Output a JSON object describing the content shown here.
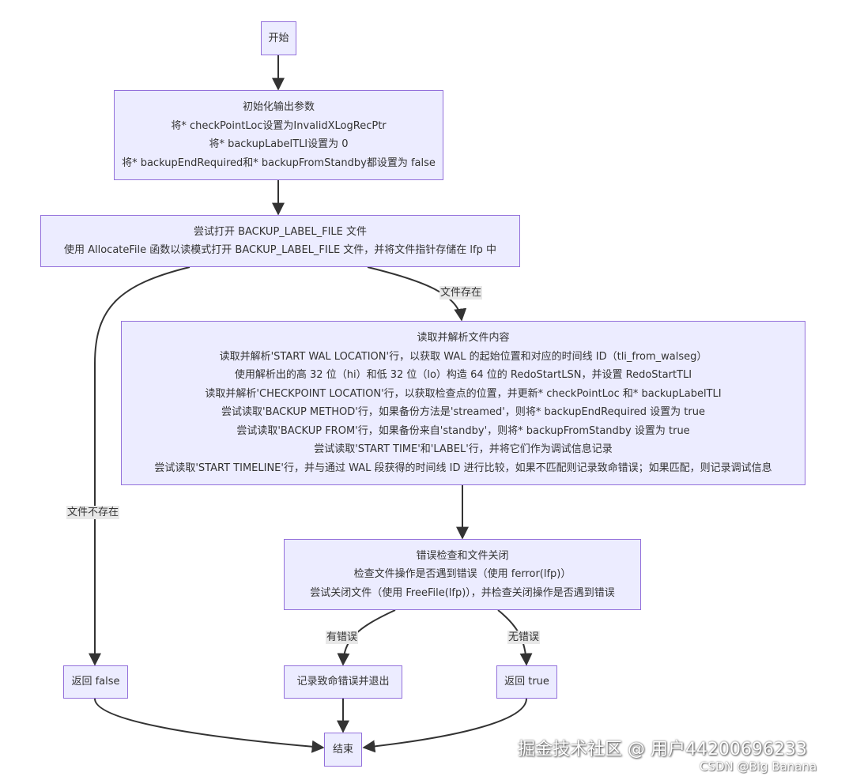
{
  "diagram": {
    "nodes": {
      "start": {
        "lines": [
          "开始"
        ]
      },
      "init": {
        "lines": [
          "初始化输出参数",
          "将* checkPointLoc设置为InvalidXLogRecPtr",
          "将* backupLabelTLI设置为 0",
          "将* backupEndRequired和* backupFromStandby都设置为 false"
        ]
      },
      "open": {
        "lines": [
          "尝试打开 BACKUP_LABEL_FILE 文件",
          "使用 AllocateFile 函数以读模式打开 BACKUP_LABEL_FILE 文件，并将文件指针存储在 lfp 中"
        ]
      },
      "parse": {
        "lines": [
          "读取并解析文件内容",
          "读取并解析'START WAL LOCATION'行，以获取 WAL 的起始位置和对应的时间线 ID（tli_from_walseg）",
          "使用解析出的高 32 位（hi）和低 32 位（lo）构造 64 位的 RedoStartLSN，并设置 RedoStartTLI",
          "读取并解析'CHECKPOINT LOCATION'行，以获取检查点的位置，并更新* checkPointLoc 和* backupLabelTLI",
          "尝试读取'BACKUP METHOD'行，如果备份方法是'streamed'，则将* backupEndRequired 设置为 true",
          "尝试读取'BACKUP FROM'行，如果备份来自'standby'，则将* backupFromStandby 设置为 true",
          "尝试读取'START TIME'和'LABEL'行，并将它们作为调试信息记录",
          "尝试读取'START TIMELINE'行，并与通过 WAL 段获得的时间线 ID 进行比较，如果不匹配则记录致命错误；如果匹配，则记录调试信息"
        ]
      },
      "check": {
        "lines": [
          "错误检查和文件关闭",
          "检查文件操作是否遇到错误（使用 ferror(lfp)）",
          "尝试关闭文件（使用 FreeFile(lfp)），并检查关闭操作是否遇到错误"
        ]
      },
      "ret_false": {
        "lines": [
          "返回 false"
        ]
      },
      "log_fatal": {
        "lines": [
          "记录致命错误并退出"
        ]
      },
      "ret_true": {
        "lines": [
          "返回 true"
        ]
      },
      "end": {
        "lines": [
          "结束"
        ]
      }
    },
    "edges": [
      {
        "from": "start",
        "to": "init",
        "label": ""
      },
      {
        "from": "init",
        "to": "open",
        "label": ""
      },
      {
        "from": "open",
        "to": "parse",
        "label": "文件存在"
      },
      {
        "from": "open",
        "to": "ret_false",
        "label": "文件不存在"
      },
      {
        "from": "parse",
        "to": "check",
        "label": ""
      },
      {
        "from": "check",
        "to": "log_fatal",
        "label": "有错误"
      },
      {
        "from": "check",
        "to": "ret_true",
        "label": "无错误"
      },
      {
        "from": "ret_false",
        "to": "end",
        "label": ""
      },
      {
        "from": "log_fatal",
        "to": "end",
        "label": ""
      },
      {
        "from": "ret_true",
        "to": "end",
        "label": ""
      }
    ],
    "colors": {
      "node_fill": "#ECECFF",
      "node_border": "#9370DB",
      "edge_stroke": "#333333",
      "label_bg": "#e8e8e8"
    }
  },
  "watermark": {
    "main": "掘金技术社区 @ 用户44200696233",
    "sub": "CSDN @Big Banana"
  }
}
